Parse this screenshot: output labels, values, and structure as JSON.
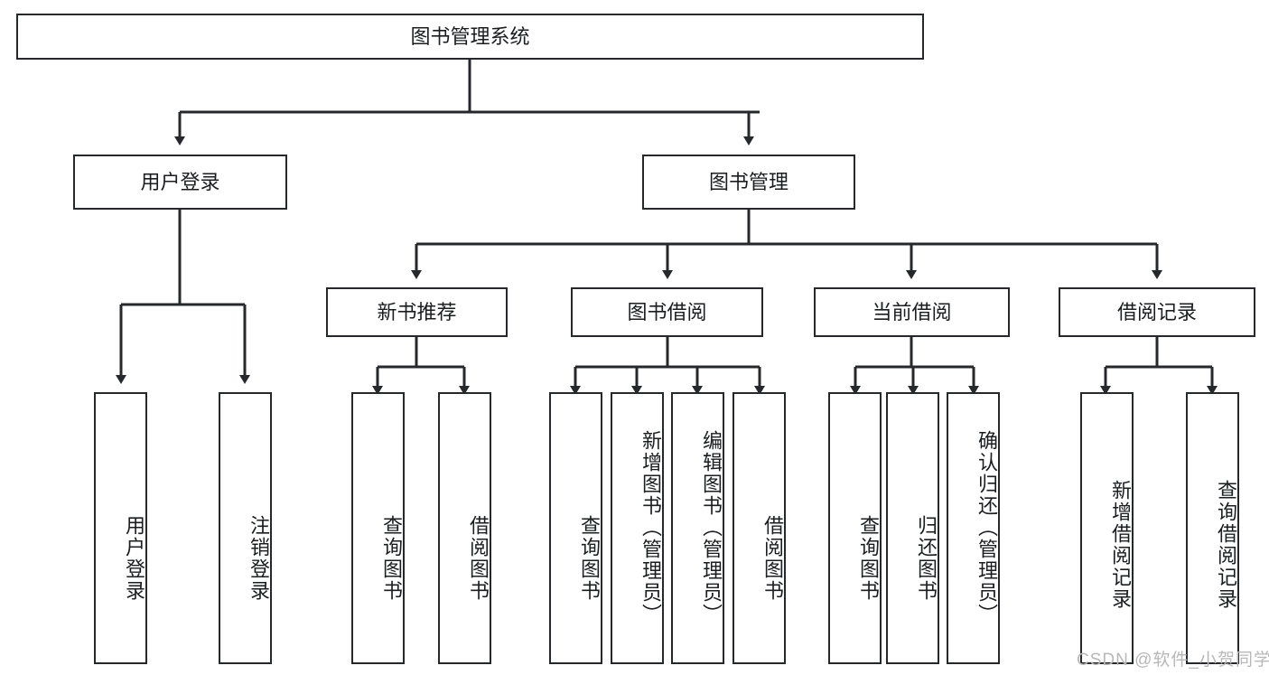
{
  "diagram": {
    "title": "图书管理系统",
    "watermark": "CSDN @软件_小贺同学",
    "stroke_color": "#26282b",
    "fill_color": "#ffffff",
    "text_color": "#1b1d20",
    "watermark_color": "#b8b8b8",
    "root": {
      "label": "图书管理系统"
    },
    "level2": [
      {
        "label": "用户登录"
      },
      {
        "label": "图书管理"
      }
    ],
    "level3": [
      {
        "label": "新书推荐"
      },
      {
        "label": "图书借阅"
      },
      {
        "label": "当前借阅"
      },
      {
        "label": "借阅记录"
      }
    ],
    "leaves": {
      "user_login": [
        {
          "label": "用户登录"
        },
        {
          "label": "注销登录"
        }
      ],
      "new_book": [
        {
          "label": "查询图书"
        },
        {
          "label": "借阅图书"
        }
      ],
      "book_borrow": [
        {
          "label": "查询图书"
        },
        {
          "label": "新增图书（管理员）"
        },
        {
          "label": "编辑图书（管理员）"
        },
        {
          "label": "借阅图书"
        }
      ],
      "current_borrow": [
        {
          "label": "查询图书"
        },
        {
          "label": "归还图书"
        },
        {
          "label": "确认归还（管理员）"
        }
      ],
      "borrow_record": [
        {
          "label": "新增借阅记录"
        },
        {
          "label": "查询借阅记录"
        }
      ]
    }
  }
}
